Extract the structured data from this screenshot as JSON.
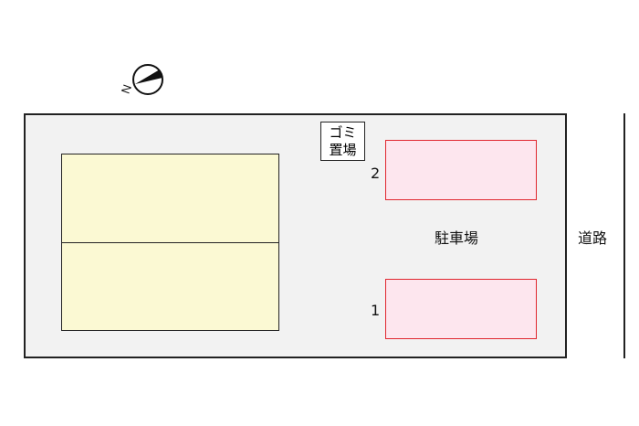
{
  "compass": {
    "label": "N"
  },
  "site": {
    "garbage_area": {
      "line1": "ゴミ",
      "line2": "置場"
    },
    "parking_label": "駐車場",
    "parking_spaces": [
      {
        "number": "2"
      },
      {
        "number": "1"
      }
    ],
    "road_label": "道路"
  },
  "colors": {
    "building": "#fbf9d3",
    "parking_fill": "#fde6ee",
    "parking_border": "#e0262e",
    "lot": "#f2f2f2"
  }
}
